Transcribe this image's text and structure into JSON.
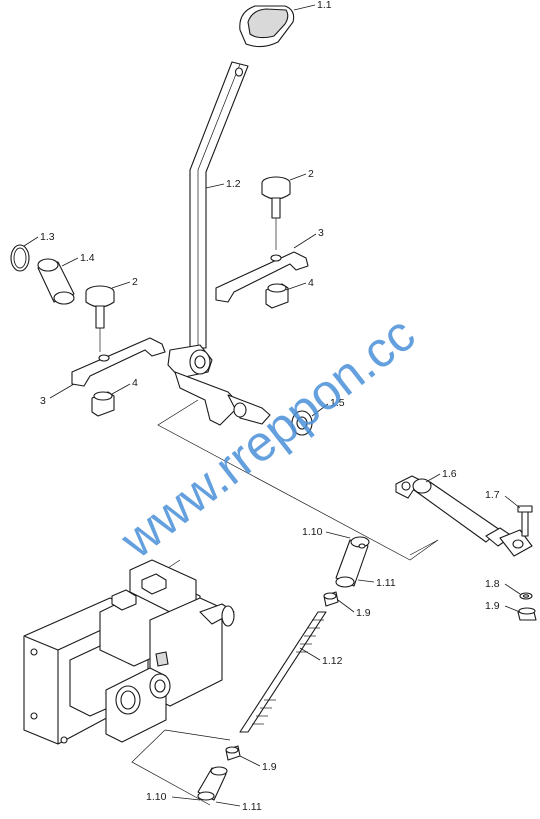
{
  "callouts": {
    "c_1_1": "1.1",
    "c_1_2": "1.2",
    "c_1_3": "1.3",
    "c_1_4": "1.4",
    "c_2_a": "2",
    "c_2_b": "2",
    "c_3_a": "3",
    "c_3_b": "3",
    "c_4_a": "4",
    "c_4_b": "4",
    "c_1_5": "1.5",
    "c_1_6": "1.6",
    "c_1_7": "1.7",
    "c_1_8": "1.8",
    "c_1_9_a": "1.9",
    "c_1_9_b": "1.9",
    "c_1_9_c": "1.9",
    "c_1_10_a": "1.10",
    "c_1_10_b": "1.10",
    "c_1_11_a": "1.11",
    "c_1_11_b": "1.11",
    "c_1_12": "1.12"
  },
  "watermark": "www.rreppon.cc"
}
